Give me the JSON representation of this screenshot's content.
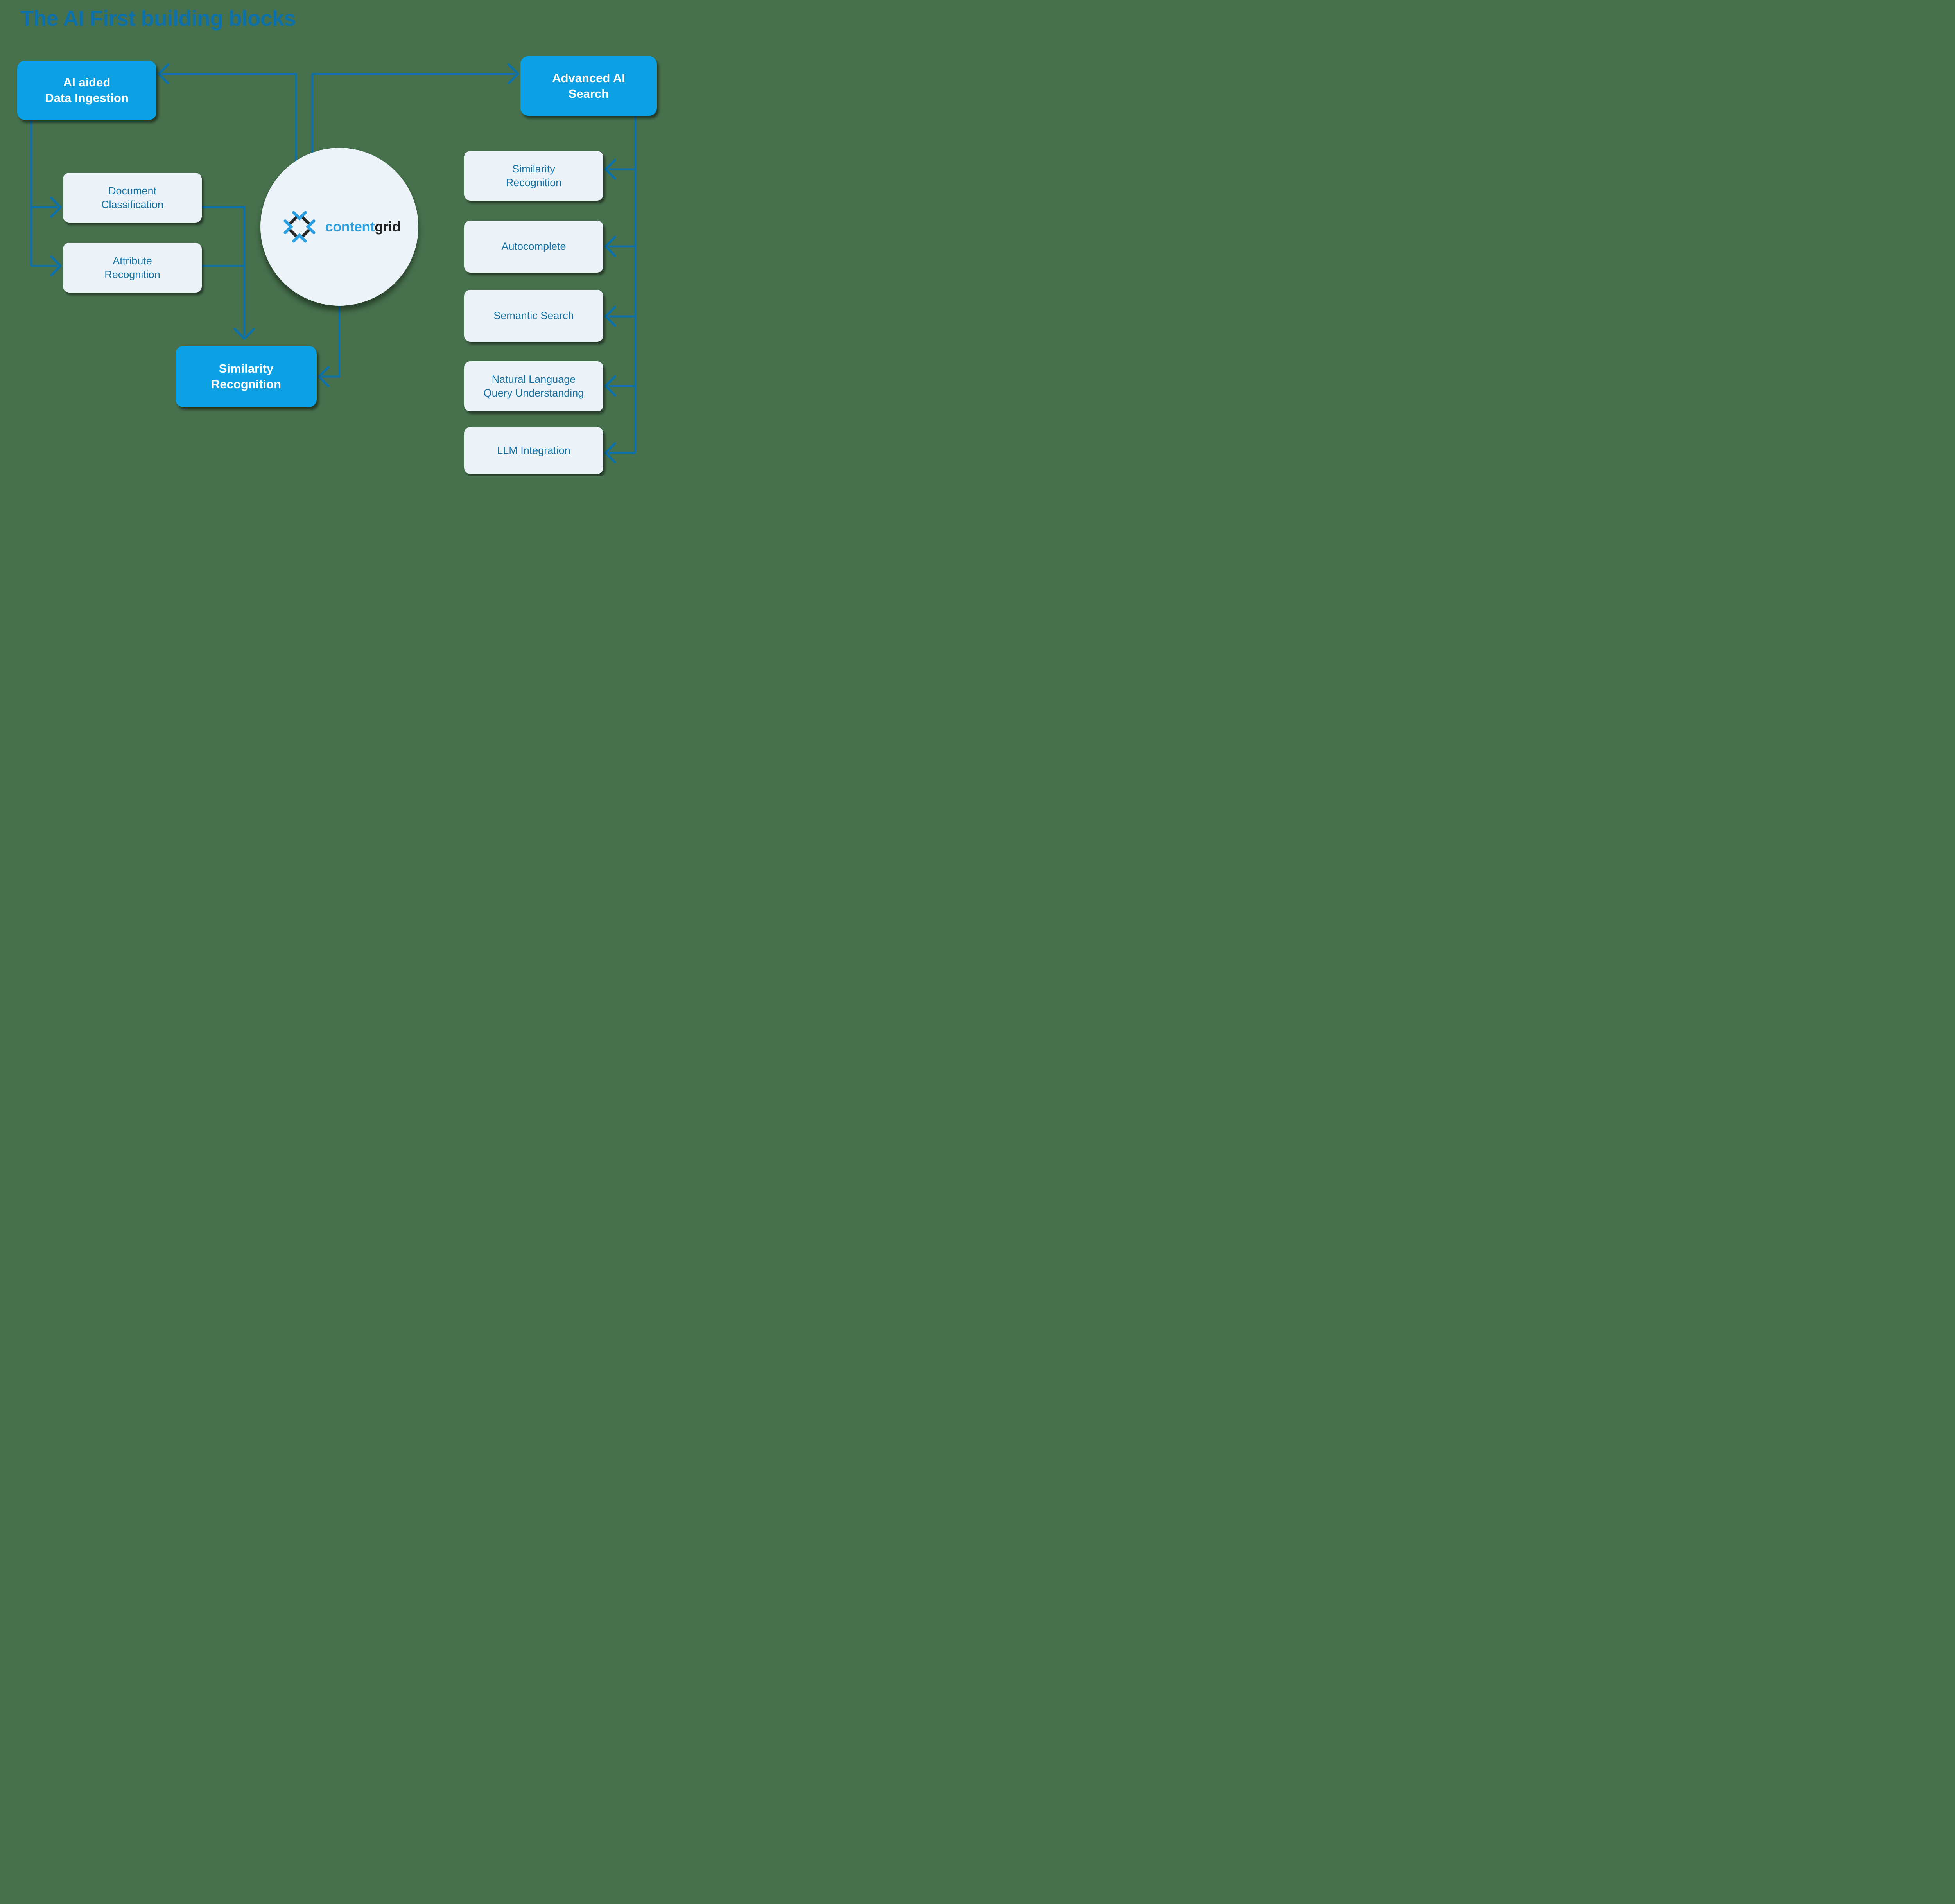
{
  "title": "The AI First building blocks",
  "logo": {
    "text_primary": "content",
    "text_secondary": "grid"
  },
  "nodes": {
    "ai_ingestion": {
      "label": "AI aided\nData Ingestion",
      "type": "primary"
    },
    "advanced_search": {
      "label": "Advanced AI\nSearch",
      "type": "primary"
    },
    "document_classification": {
      "label": "Document\nClassification",
      "type": "secondary"
    },
    "attribute_recognition": {
      "label": "Attribute\nRecognition",
      "type": "secondary"
    },
    "similarity_recognition_main": {
      "label": "Similarity\nRecognition",
      "type": "primary"
    },
    "similarity_recognition": {
      "label": "Similarity\nRecognition",
      "type": "secondary"
    },
    "autocomplete": {
      "label": "Autocomplete",
      "type": "secondary"
    },
    "semantic_search": {
      "label": "Semantic Search",
      "type": "secondary"
    },
    "nl_query_understanding": {
      "label": "Natural Language\nQuery Understanding",
      "type": "secondary"
    },
    "llm_integration": {
      "label": "LLM Integration",
      "type": "secondary"
    }
  },
  "colors": {
    "background": "#47714D",
    "connector": "#0D70A9",
    "primary_box": "#0CA1E4",
    "secondary_box": "#ECF3F8",
    "secondary_text": "#1571A3",
    "title_text": "#0D70A8",
    "logo_blue": "#2BA0DF",
    "logo_dark": "#1F1F1F",
    "primary_text": "#FFFFFF"
  }
}
